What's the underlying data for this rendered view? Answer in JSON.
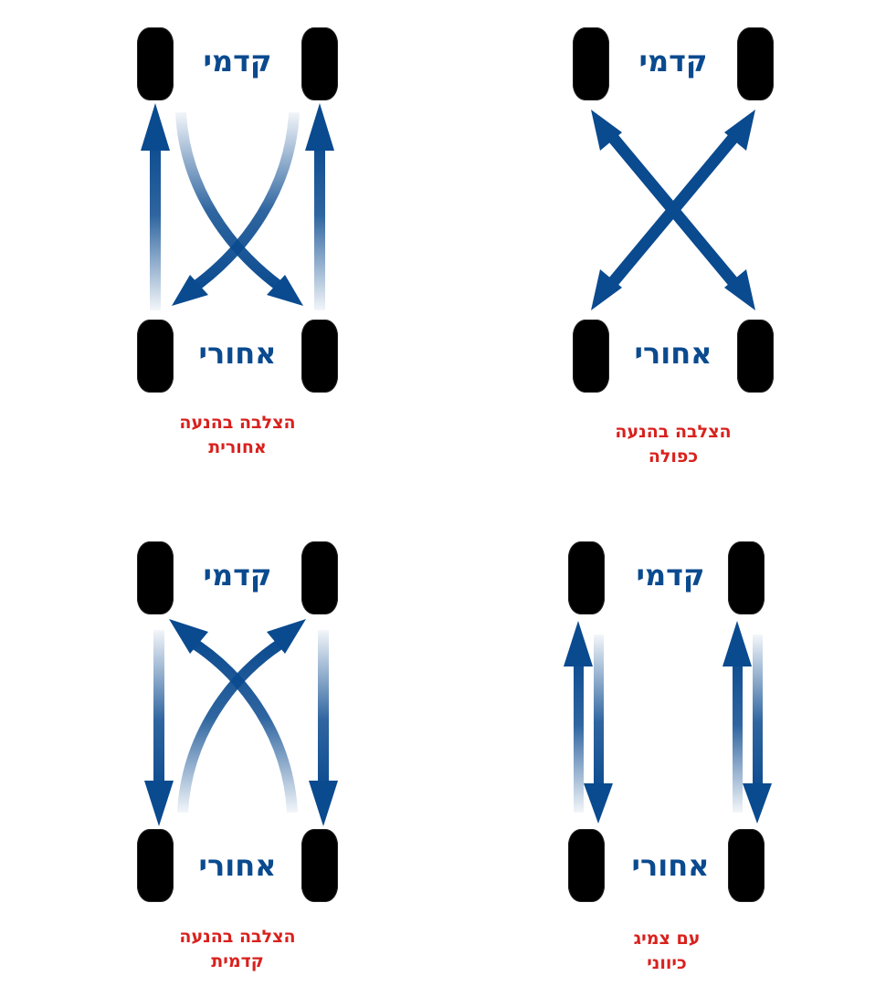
{
  "colors": {
    "arrow_blue": "#0a4a8f",
    "label_blue": "#0a4a8f",
    "caption_red": "#d9211d",
    "tire_black": "#000000"
  },
  "labels": {
    "front": "קדמי",
    "rear": "אחורי"
  },
  "diagrams": [
    {
      "id": "rear-wheel-drive",
      "caption_line1": "הצלבה בהנעה",
      "caption_line2": "אחורית",
      "pattern": "rear tires move straight forward; front tires cross to opposite rear"
    },
    {
      "id": "four-wheel-drive",
      "caption_line1": "הצלבה בהנעה",
      "caption_line2": "כפולה",
      "pattern": "X cross, all tires swap diagonally"
    },
    {
      "id": "front-wheel-drive",
      "caption_line1": "הצלבה בהנעה",
      "caption_line2": "קדמית",
      "pattern": "front tires move straight back; rear tires cross to opposite front"
    },
    {
      "id": "directional",
      "caption_line1": "עם צמיג",
      "caption_line2": "כיווני",
      "pattern": "front-rear swap on same side"
    }
  ]
}
